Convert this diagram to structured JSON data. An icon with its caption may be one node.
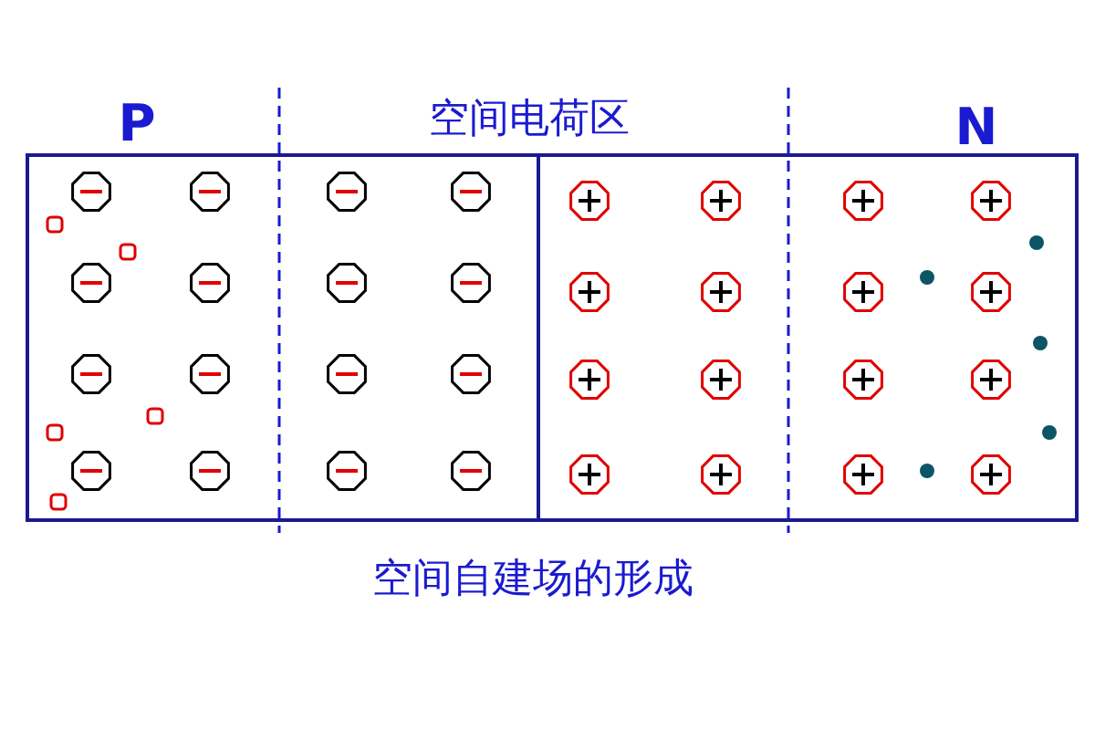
{
  "diagram": {
    "caption": "空间自建场的形成",
    "labels": [
      "P",
      "空间电荷区",
      "N"
    ]
  }
}
